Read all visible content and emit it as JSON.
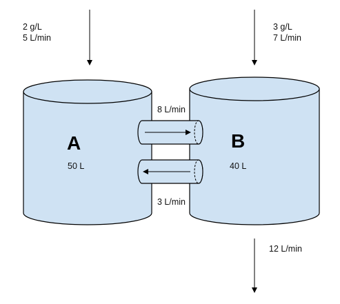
{
  "tank_a": {
    "name": "A",
    "volume": "50 L"
  },
  "tank_b": {
    "name": "B",
    "volume": "40 L"
  },
  "inflow_a": {
    "concentration": "2 g/L",
    "rate": "5 L/min"
  },
  "inflow_b": {
    "concentration": "3 g/L",
    "rate": "7 L/min"
  },
  "pipe_a_to_b": {
    "rate": "8 L/min"
  },
  "pipe_b_to_a": {
    "rate": "3 L/min"
  },
  "outflow_b": {
    "rate": "12 L/min"
  },
  "colors": {
    "water": "#cfe2f3",
    "outline": "#000000"
  }
}
